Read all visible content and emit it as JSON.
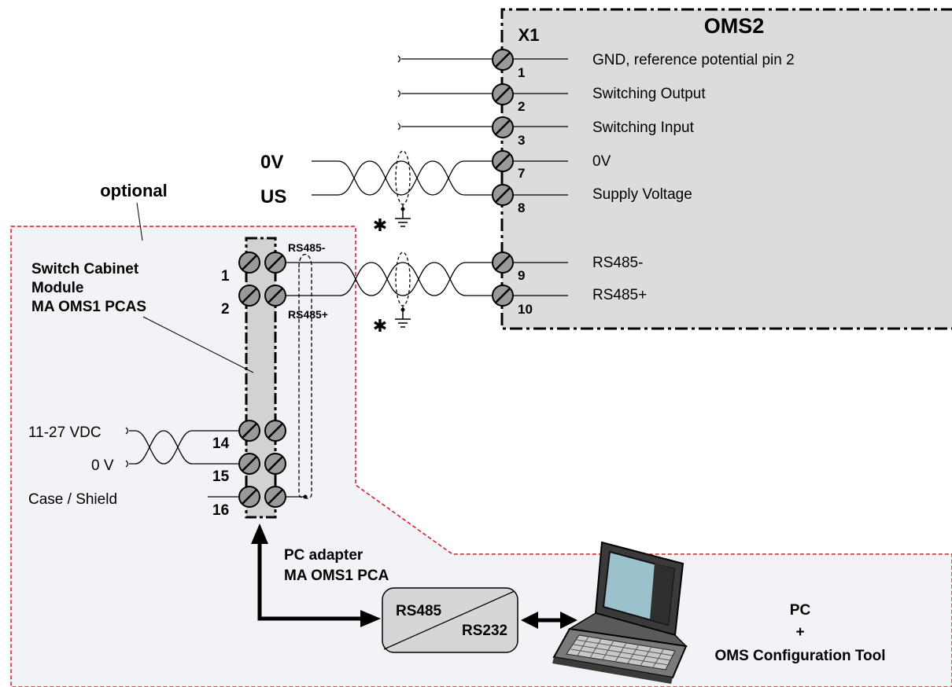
{
  "oms2": {
    "title": "OMS2",
    "connector": "X1",
    "pins": [
      {
        "num": "1",
        "desc": "GND, reference potential pin 2"
      },
      {
        "num": "2",
        "desc": "Switching Output"
      },
      {
        "num": "3",
        "desc": "Switching Input"
      },
      {
        "num": "7",
        "desc": "0V"
      },
      {
        "num": "8",
        "desc": "Supply Voltage"
      },
      {
        "num": "9",
        "desc": "RS485-"
      },
      {
        "num": "10",
        "desc": "RS485+"
      }
    ],
    "supply_labels": {
      "zero_v": "0V",
      "us": "US"
    }
  },
  "cabinet": {
    "optional_label": "optional",
    "title_lines": [
      "Switch Cabinet",
      "Module",
      "MA OMS1 PCAS"
    ],
    "terminal_numbers": [
      "1",
      "2",
      "14",
      "15",
      "16"
    ],
    "rs485_minus": "RS485-",
    "rs485_plus": "RS485+",
    "power_labels": [
      "11-27 VDC",
      "0 V",
      "Case / Shield"
    ]
  },
  "ground_marker": "✱",
  "adapter": {
    "title_lines": [
      "PC adapter",
      "MA OMS1 PCA"
    ],
    "port_in": "RS485",
    "port_out": "RS232"
  },
  "pc": {
    "lines": [
      "PC",
      "+",
      "OMS Configuration Tool"
    ]
  },
  "colors": {
    "oms2_fill": "#dcdcdc",
    "zone_fill": "#f2f3f6",
    "zone_border": "#e0141e",
    "terminal_fill": "#9a9a9a",
    "cabinet_fill": "#d2d2d2",
    "adapter_fill": "#d6d6d6"
  }
}
